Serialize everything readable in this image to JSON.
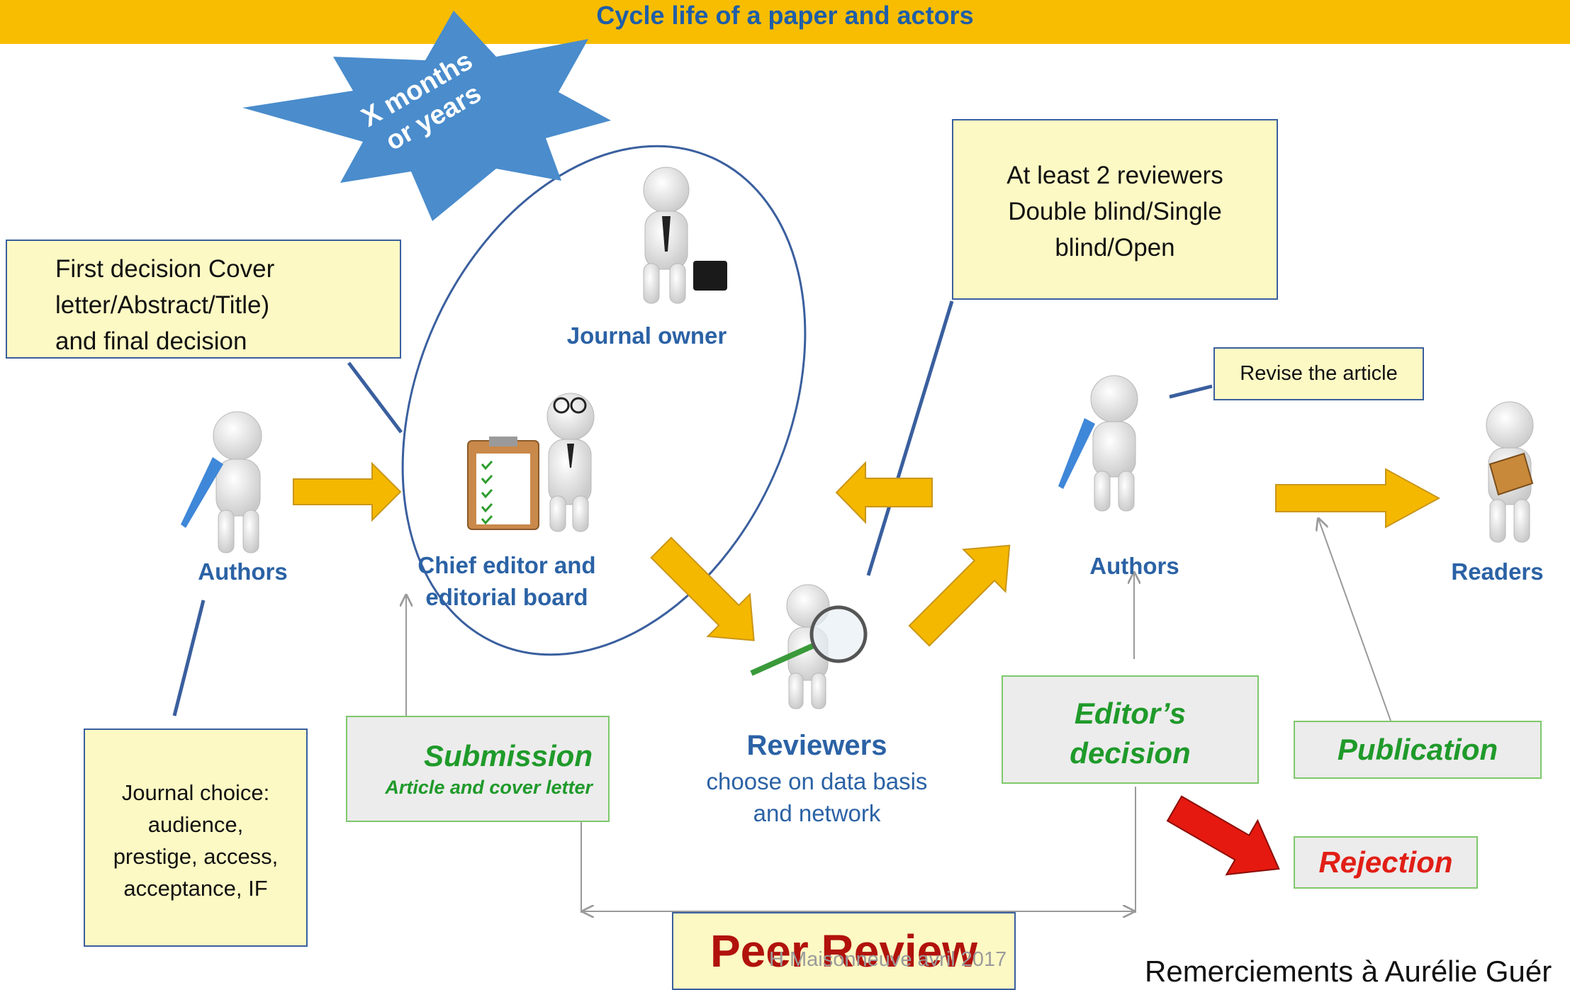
{
  "banner": {
    "title": "Cycle life of a paper and actors"
  },
  "burst": {
    "line1": "X months",
    "line2": "or years"
  },
  "notes": {
    "first_decision": [
      "First decision Cover",
      "letter/Abstract/Title)",
      "and final decision"
    ],
    "reviewers_count": [
      "At least 2 reviewers",
      "Double blind/Single",
      "blind/Open"
    ],
    "revise": "Revise the article",
    "journal_choice": [
      "Journal choice:",
      "audience,",
      "prestige, access,",
      "acceptance, IF"
    ]
  },
  "actors": {
    "authors_left": "Authors",
    "journal_owner": "Journal owner",
    "chief_editor": [
      "Chief editor and",
      "editorial board"
    ],
    "authors_right": "Authors",
    "readers": "Readers",
    "reviewers": "Reviewers",
    "reviewers_sub": [
      "choose on data basis",
      "and network"
    ]
  },
  "stages": {
    "submission": "Submission",
    "submission_sub": "Article and cover letter",
    "editors_decision": [
      "Editor’s",
      "decision"
    ],
    "publication": "Publication",
    "rejection": "Rejection"
  },
  "peer_review": "Peer Review",
  "footer": {
    "credit": "H Maisonneuve avril 2017",
    "thanks": "Remerciements à Aurélie Guér"
  },
  "colors": {
    "banner": "#f8bd00",
    "arrow_gold": "#f5b800",
    "arrow_red": "#e5190f",
    "burst": "#4a8ccc",
    "label_blue": "#2b62a5",
    "label_green": "#1f9a2a",
    "rejection_red": "#e11f16",
    "peer_review_red": "#b1120c"
  }
}
